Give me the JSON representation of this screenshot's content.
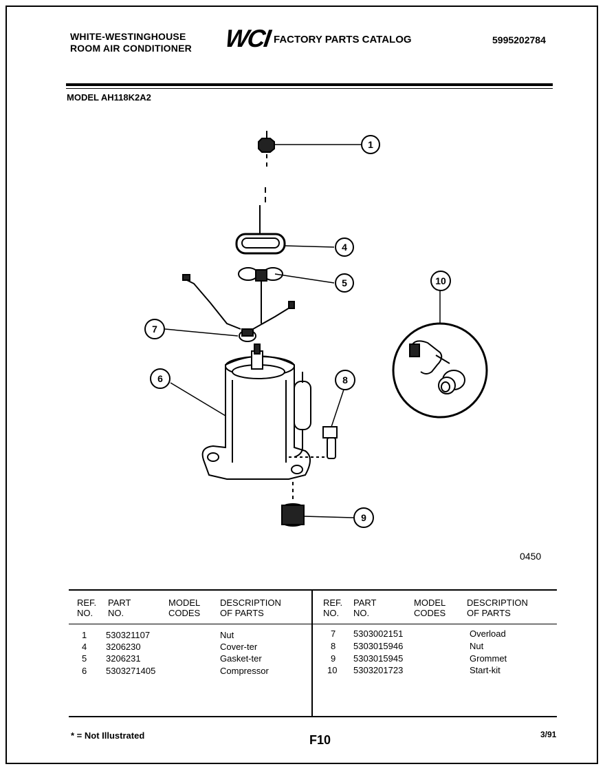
{
  "header": {
    "brand_line1": "WHITE-WESTINGHOUSE",
    "brand_line2": "ROOM AIR CONDITIONER",
    "logo": "WCI",
    "catalog_title": "FACTORY PARTS CATALOG",
    "doc_number": "5995202784",
    "model": "MODEL AH118K2A2"
  },
  "diagram": {
    "callouts": [
      "1",
      "4",
      "5",
      "7",
      "6",
      "8",
      "9",
      "10"
    ],
    "figure_code": "0450"
  },
  "table": {
    "headers": {
      "ref": [
        "REF.",
        "NO."
      ],
      "part": [
        "PART",
        "NO."
      ],
      "model": [
        "MODEL",
        "CODES"
      ],
      "desc": [
        "DESCRIPTION",
        "OF PARTS"
      ]
    },
    "left_rows": [
      {
        "ref": "1",
        "part": "530321107",
        "model": "",
        "desc": "Nut"
      },
      {
        "ref": "4",
        "part": "3206230",
        "model": "",
        "desc": "Cover-ter"
      },
      {
        "ref": "5",
        "part": "3206231",
        "model": "",
        "desc": "Gasket-ter"
      },
      {
        "ref": "6",
        "part": "5303271405",
        "model": "",
        "desc": "Compressor"
      }
    ],
    "right_rows": [
      {
        "ref": "7",
        "part": "5303002151",
        "model": "",
        "desc": "Overload"
      },
      {
        "ref": "8",
        "part": "5303015946",
        "model": "",
        "desc": "Nut"
      },
      {
        "ref": "9",
        "part": "5303015945",
        "model": "",
        "desc": "Grommet"
      },
      {
        "ref": "10",
        "part": "5303201723",
        "model": "",
        "desc": "Start-kit"
      }
    ]
  },
  "footer": {
    "note": "* = Not Illustrated",
    "page": "F10",
    "date": "3/91"
  }
}
